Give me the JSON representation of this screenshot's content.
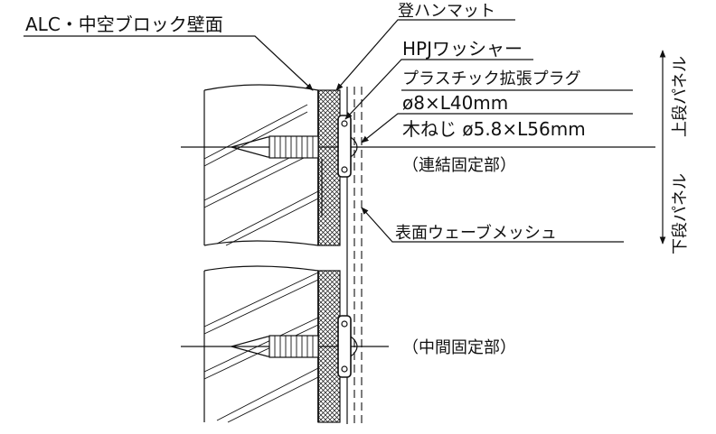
{
  "labels": {
    "alc_wall": "ALC・中空ブロック壁面",
    "mat": "登ハンマット",
    "washer": "HPJワッシャー",
    "plug": "プラスチック拡張プラグ",
    "plug_size": "ø8×L40mm",
    "screw": "木ねじ  ø5.8×L56mm",
    "joint_fix": "（連結固定部）",
    "mesh": "表面ウェーブメッシュ",
    "mid_fix": "（中間固定部）",
    "upper_panel": "上段パネル",
    "lower_panel": "下段パネル"
  }
}
